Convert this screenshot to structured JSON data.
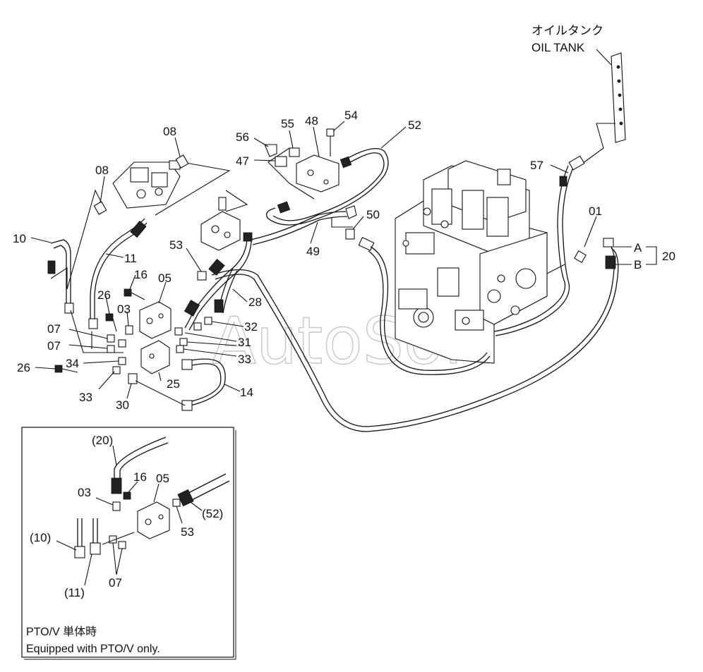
{
  "watermark": "AutoSoft",
  "oil_tank": {
    "label_jp": "オイルタンク",
    "label_en": "OIL TANK"
  },
  "callouts": [
    {
      "id": "c08a",
      "text": "08"
    },
    {
      "id": "c08b",
      "text": "08"
    },
    {
      "id": "c10",
      "text": "10"
    },
    {
      "id": "c11",
      "text": "11"
    },
    {
      "id": "c56",
      "text": "56"
    },
    {
      "id": "c55",
      "text": "55"
    },
    {
      "id": "c48",
      "text": "48"
    },
    {
      "id": "c54",
      "text": "54"
    },
    {
      "id": "c52",
      "text": "52"
    },
    {
      "id": "c47",
      "text": "47"
    },
    {
      "id": "c57",
      "text": "57"
    },
    {
      "id": "c01",
      "text": "01"
    },
    {
      "id": "cA",
      "text": "A"
    },
    {
      "id": "cB",
      "text": "B"
    },
    {
      "id": "c20",
      "text": "20"
    },
    {
      "id": "c50",
      "text": "50"
    },
    {
      "id": "c49",
      "text": "49"
    },
    {
      "id": "c53",
      "text": "53"
    },
    {
      "id": "c16",
      "text": "16"
    },
    {
      "id": "c05",
      "text": "05"
    },
    {
      "id": "c28",
      "text": "28"
    },
    {
      "id": "c26a",
      "text": "26"
    },
    {
      "id": "c03",
      "text": "03"
    },
    {
      "id": "c32",
      "text": "32"
    },
    {
      "id": "c07a",
      "text": "07"
    },
    {
      "id": "c07b",
      "text": "07"
    },
    {
      "id": "c31",
      "text": "31"
    },
    {
      "id": "c33a",
      "text": "33"
    },
    {
      "id": "c26b",
      "text": "26"
    },
    {
      "id": "c34",
      "text": "34"
    },
    {
      "id": "c25",
      "text": "25"
    },
    {
      "id": "c14",
      "text": "14"
    },
    {
      "id": "c33b",
      "text": "33"
    },
    {
      "id": "c30",
      "text": "30"
    }
  ],
  "inset": {
    "callouts": [
      {
        "id": "i20",
        "text": "(20)"
      },
      {
        "id": "i16",
        "text": "16"
      },
      {
        "id": "i05",
        "text": "05"
      },
      {
        "id": "i03",
        "text": "03"
      },
      {
        "id": "i52",
        "text": "(52)"
      },
      {
        "id": "i53",
        "text": "53"
      },
      {
        "id": "i10",
        "text": "(10)"
      },
      {
        "id": "i07",
        "text": "07"
      },
      {
        "id": "i11",
        "text": "(11)"
      }
    ],
    "note_jp": "PTO/V 単体時",
    "note_en": "Equipped with PTO/V only."
  }
}
